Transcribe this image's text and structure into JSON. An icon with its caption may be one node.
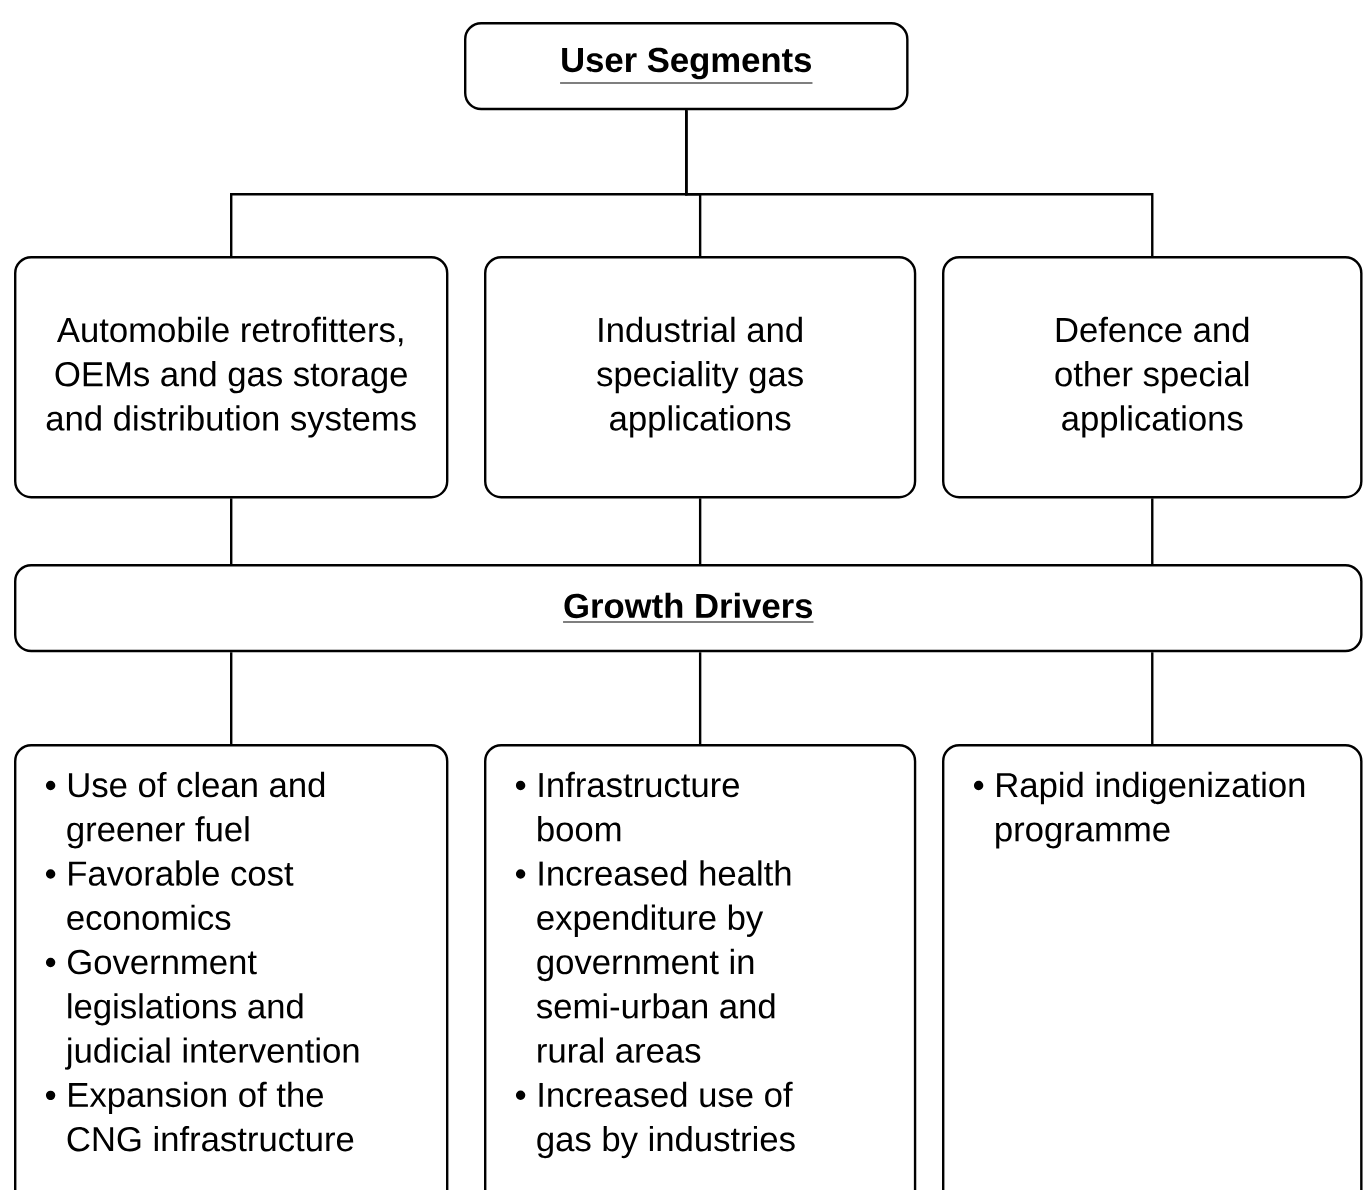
{
  "diagram": {
    "nodes": [
      {
        "text": [
          "User Segments"
        ]
      },
      {
        "text": [
          "Automobile retrofitters, OEMs and gas storage and distribution systems"
        ]
      },
      {
        "text": [
          "Industrial and speciality gas applications"
        ]
      },
      {
        "text": [
          "Defence and other special applications"
        ]
      },
      {
        "text": [
          "Growth Drivers"
        ]
      },
      {
        "text": [
          "• Use of clean and greener fuel",
          "• Favorable cost economics",
          "• Government legislations and judicial intervention",
          "• Expansion of the CNG infrastructure"
        ]
      },
      {
        "text": [
          "• Infrastructure boom",
          "• Increased health expenditure by government in semi-urban and rural areas",
          "• Increased use of gas by industries"
        ]
      },
      {
        "text": [
          "• Rapid indigenization programme"
        ]
      }
    ],
    "edges": [
      {
        "from": 0,
        "to": 1,
        "arrow": "none"
      },
      {
        "from": 0,
        "to": 2,
        "arrow": "none"
      },
      {
        "from": 0,
        "to": 3,
        "arrow": "none"
      },
      {
        "from": 1,
        "to": 4,
        "arrow": "none"
      },
      {
        "from": 2,
        "to": 4,
        "arrow": "none"
      },
      {
        "from": 3,
        "to": 4,
        "arrow": "none"
      },
      {
        "from": 4,
        "to": 5,
        "arrow": "none"
      },
      {
        "from": 4,
        "to": 6,
        "arrow": "none"
      },
      {
        "from": 4,
        "to": 7,
        "arrow": "none"
      }
    ]
  }
}
